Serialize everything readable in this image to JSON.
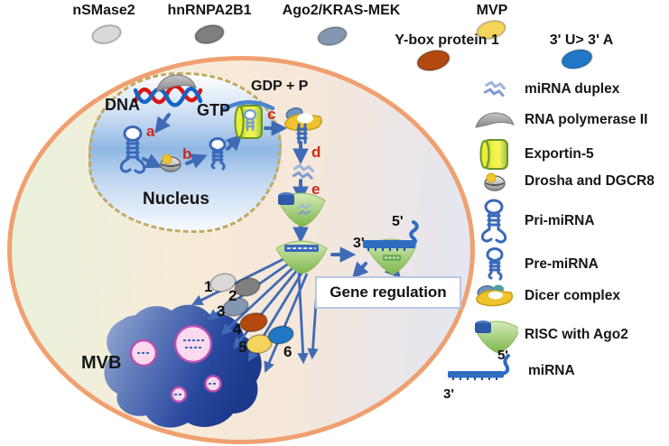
{
  "top_legend": {
    "row1": [
      {
        "label": "nSMase2",
        "color": "#d9d9d9"
      },
      {
        "label": "hnRNPA2B1",
        "color": "#7f7f7f"
      },
      {
        "label": "Ago2/KRAS-MEK",
        "color": "#8497b0"
      },
      {
        "label": "MVP",
        "color": "#f4d45c"
      }
    ],
    "row2": [
      {
        "label": "Y-box protein 1",
        "color": "#b3490e"
      },
      {
        "label": "3' U> 3' A",
        "color": "#2077c6"
      }
    ]
  },
  "side_legend": {
    "items": [
      {
        "label": "miRNA duplex"
      },
      {
        "label": "RNA polymerase II"
      },
      {
        "label": "Exportin-5"
      },
      {
        "label": "Drosha and DGCR8"
      },
      {
        "label": "Pri-miRNA"
      },
      {
        "label": "Pre-miRNA"
      },
      {
        "label": "Dicer complex"
      },
      {
        "label": "RISC with Ago2"
      },
      {
        "label": "miRNA"
      }
    ],
    "mirna_five_prime": "5'",
    "mirna_three_prime": "3'"
  },
  "cell": {
    "labels": {
      "dna": "DNA",
      "nucleus": "Nucleus",
      "gtp": "GTP",
      "gdp": "GDP + P",
      "mvb": "MVB",
      "gene_regulation": "Gene regulation",
      "three_prime": "3'",
      "five_prime": "5'"
    },
    "steps": {
      "a": "a",
      "b": "b",
      "c": "c",
      "d": "d",
      "e": "e"
    },
    "numbers": [
      "1",
      "2",
      "3",
      "4",
      "5",
      "6"
    ]
  },
  "colors": {
    "cell_border": "#f0a070",
    "nucleus_border": "#c3a95f",
    "arrow_blue": "#3f6ab5",
    "step_red": "#cf2a1b",
    "mvb_dark": "#27479e",
    "vesicle_pink": "#fbd9ee",
    "vesicle_border": "#b94fb0",
    "risc_green": "#7cb84c",
    "exportin_yellow": "#eef243",
    "dicer_yellow": "#eec32c"
  }
}
